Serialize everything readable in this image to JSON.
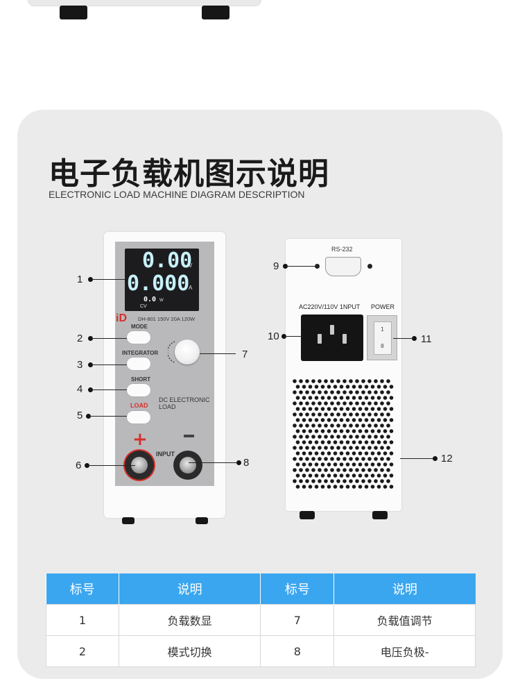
{
  "title_cn": "电子负载机图示说明",
  "title_en": "ELECTRONIC LOAD MACHINE DIAGRAM DESCRIPTION",
  "front_panel": {
    "display_voltage": "0.00",
    "display_voltage_unit": "V",
    "display_current": "0.000",
    "display_current_unit": "A",
    "display_power": "0.0",
    "display_power_unit": "W",
    "display_mode": "CV",
    "brand_logo": "iD",
    "model_text": "DH-801 150V 20A 120W",
    "button_mode": "MODE",
    "button_integrator": "INTEGRATOR",
    "button_short": "SHORT",
    "button_load": "LOAD",
    "panel_label_line1": "DC ELECTRONIC",
    "panel_label_line2": "LOAD",
    "input_label": "INPUT",
    "plus_sign": "+"
  },
  "back_panel": {
    "rs232_label": "RS-232",
    "ac_label": "AC220V/110V 1NPUT",
    "power_label": "POWER",
    "switch_on": "1",
    "switch_off": "0"
  },
  "callouts": [
    "1",
    "2",
    "3",
    "4",
    "5",
    "6",
    "7",
    "8",
    "9",
    "10",
    "11",
    "12"
  ],
  "table": {
    "headers": [
      "标号",
      "说明",
      "标号",
      "说明"
    ],
    "rows": [
      [
        "1",
        "负载数显",
        "7",
        "负载值调节"
      ],
      [
        "2",
        "模式切换",
        "8",
        "电压负极-"
      ]
    ]
  },
  "colors": {
    "table_header": "#3aa6ef",
    "accent_red": "#d6302b",
    "panel_bg": "#ebebeb"
  }
}
